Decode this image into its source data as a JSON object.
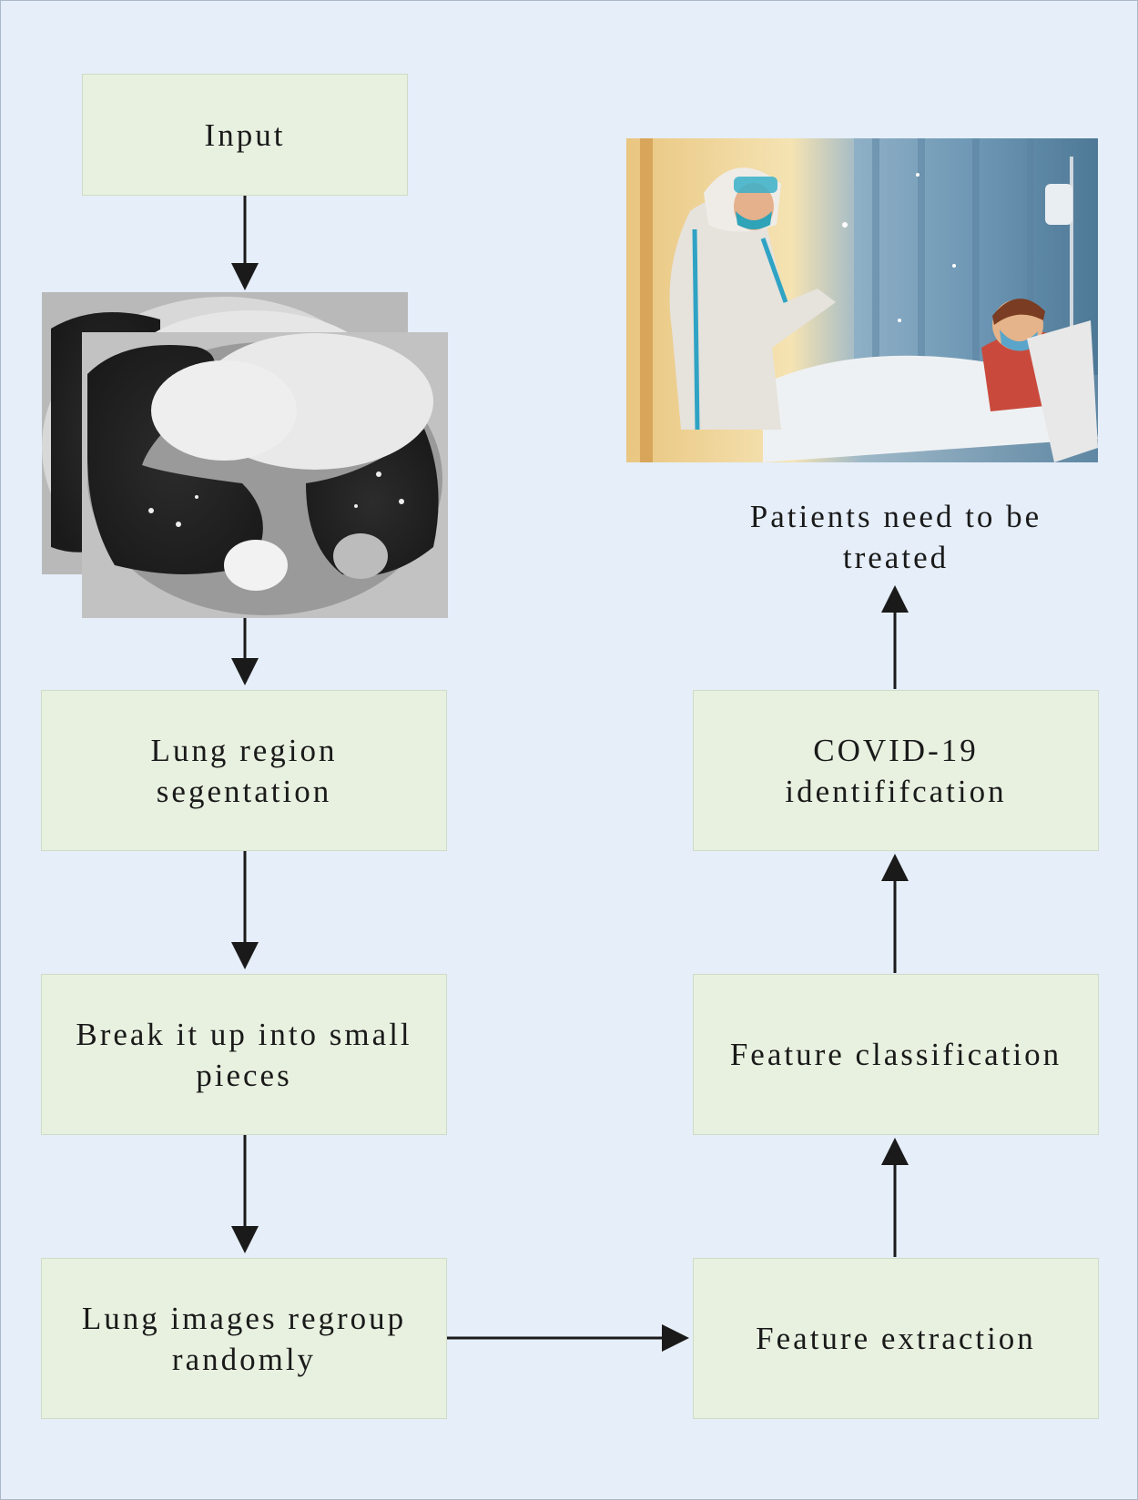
{
  "steps": {
    "input": "Input",
    "segmentation": "Lung region segentation",
    "break_up": "Break it up into small pieces",
    "regroup": "Lung images regroup randomly",
    "extraction": "Feature extraction",
    "classification": "Feature classification",
    "identification": "COVID-19 identififcation",
    "treated": "Patients need to be treated"
  },
  "images": {
    "ct_scan": "lung-ct-scan-image",
    "patient_illustration": "doctor-patient-illustration"
  },
  "colors": {
    "background": "#e5eef9",
    "box_fill": "#e8f1e0",
    "box_border": "#cfdcc4",
    "arrow": "#1a1a1a"
  }
}
